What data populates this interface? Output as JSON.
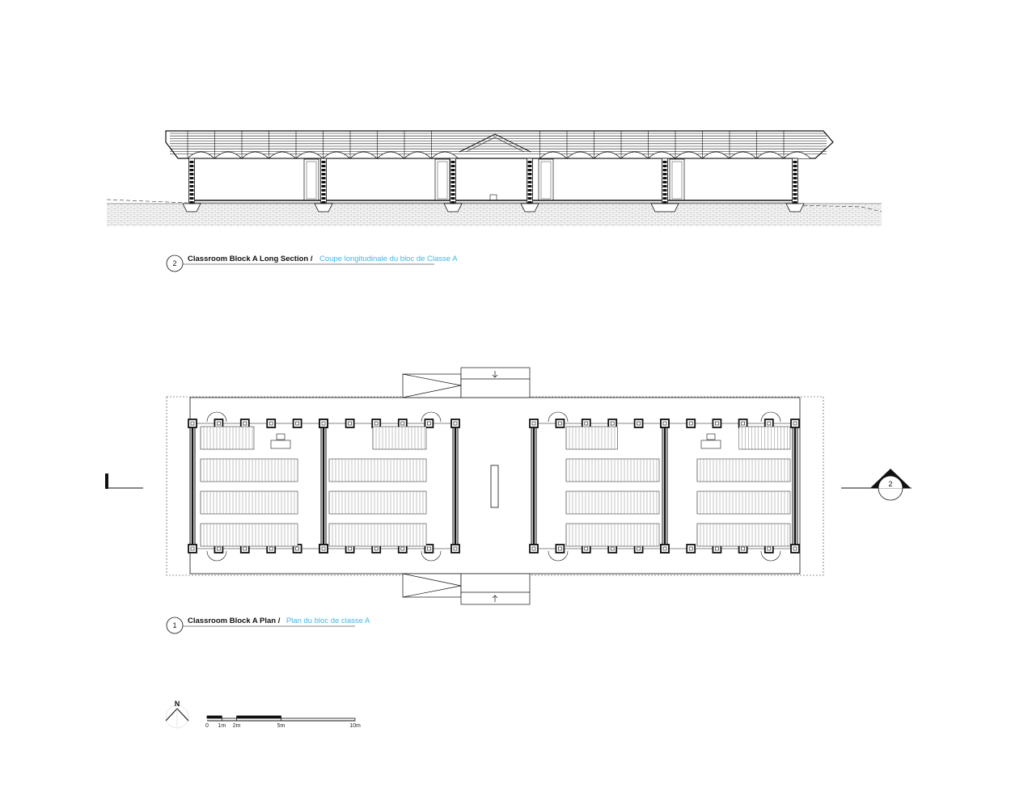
{
  "drawings": {
    "section": {
      "number": "2",
      "title": "Classroom Block A Long Section /",
      "title_fr": "Coupe longitudinale du bloc de Classe A"
    },
    "plan": {
      "number": "1",
      "title": "Classroom Block A Plan /",
      "title_fr": "Plan du bloc de classe A"
    }
  },
  "section_marker": {
    "label": "2"
  },
  "north_arrow": {
    "label": "N"
  },
  "scale_bar": {
    "labels": [
      "0",
      "1m",
      "2m",
      "5m",
      "10m"
    ],
    "values_m": [
      0,
      1,
      2,
      5,
      10
    ]
  },
  "colors": {
    "line": "#111111",
    "french_title": "#41b6e6",
    "ground_hatch": "#888888"
  }
}
